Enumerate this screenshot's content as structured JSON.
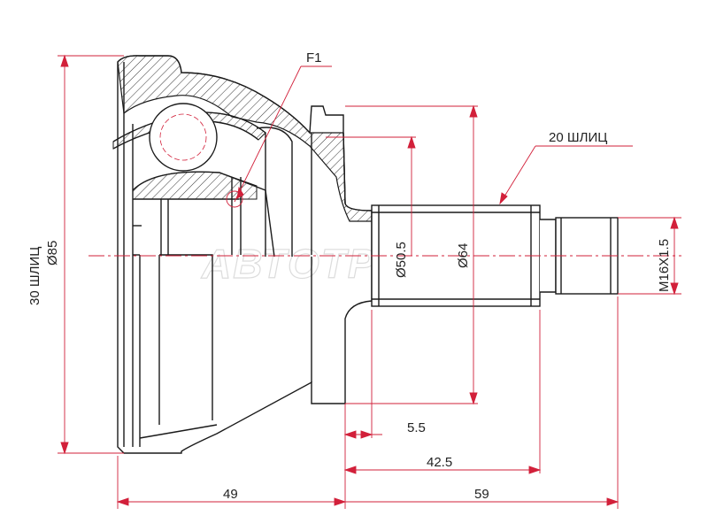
{
  "watermark": "АВТОТРЕЙД",
  "colors": {
    "outline": "#1a1a1a",
    "dimension": "#d2203a",
    "hatch": "#333333",
    "background": "#ffffff"
  },
  "labels": {
    "f1": "F1",
    "splines_outer": "20 ШЛИЦ",
    "splines_inner": "30 ШЛИЦ",
    "dia_outer": "Ø85",
    "dia_505": "Ø50.5",
    "dia_64": "Ø64",
    "thread": "M16X1.5",
    "dim_55": "5.5",
    "dim_425": "42.5",
    "dim_49": "49",
    "dim_59": "59"
  }
}
